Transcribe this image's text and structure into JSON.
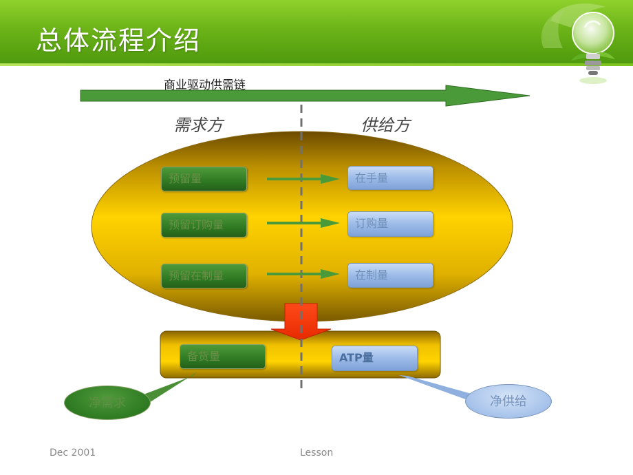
{
  "slide": {
    "title": "总体流程介绍"
  },
  "diagram": {
    "top_arrow_label": "商业驱动供需链",
    "demand_side_label": "需求方",
    "supply_side_label": "供给方",
    "demand_items": [
      "预留量",
      "预留订购量",
      "预留在制量"
    ],
    "supply_items": [
      "在手量",
      "订购量",
      "在制量"
    ],
    "bottom_left": "备货量",
    "bottom_right": "ATP量",
    "net_demand": "净需求",
    "net_supply": "净供给"
  },
  "footer": {
    "date": "Dec 2001",
    "lesson": "Lesson"
  },
  "colors": {
    "header_green": "#6cb418",
    "ellipse_gold": "#f5c400",
    "demand_green": "#2f7a22",
    "supply_blue": "#9dbbe8",
    "down_arrow_red": "#ff3a10",
    "arrow_green": "#4a9a3a"
  },
  "icons": {
    "header_decoration": "light-bulb-icon"
  }
}
